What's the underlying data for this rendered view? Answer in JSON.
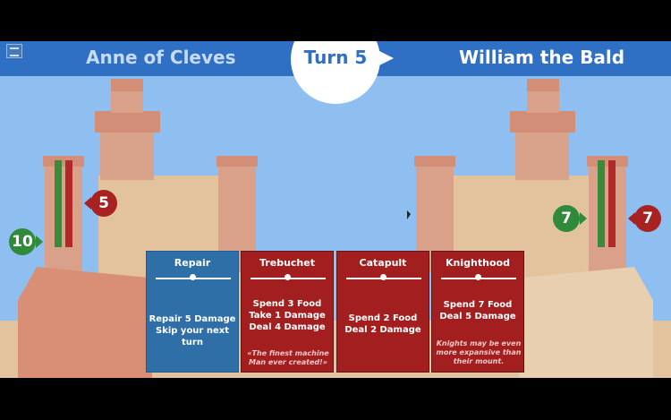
{
  "header": {
    "player_left": "Anne of Cleves",
    "player_right": "William the Bald",
    "turn_label": "Turn 5"
  },
  "left_castle": {
    "health": "10",
    "wall": "5"
  },
  "right_castle": {
    "health": "7",
    "wall": "7"
  },
  "cards": [
    {
      "title": "Repair",
      "lines": [
        "Repair 5 Damage",
        "Skip your next turn"
      ],
      "quote": ""
    },
    {
      "title": "Trebuchet",
      "lines": [
        "Spend 3 Food",
        "Take 1 Damage",
        "Deal 4 Damage"
      ],
      "quote": "«The finest machine Man ever created!»"
    },
    {
      "title": "Catapult",
      "lines": [
        "Spend 2 Food",
        "Deal 2 Damage"
      ],
      "quote": ""
    },
    {
      "title": "Knighthood",
      "lines": [
        "Spend 7 Food",
        "Deal 5 Damage"
      ],
      "quote": "Knights may be even more expansive than their mount."
    }
  ],
  "colors": {
    "sky": "#8ebff0",
    "header_bar": "#2f6fc4",
    "card_red": "#a31f1f",
    "card_blue": "#2f6fa8",
    "castle_sand": "#e2c39d",
    "castle_clay": "#d89a82"
  }
}
